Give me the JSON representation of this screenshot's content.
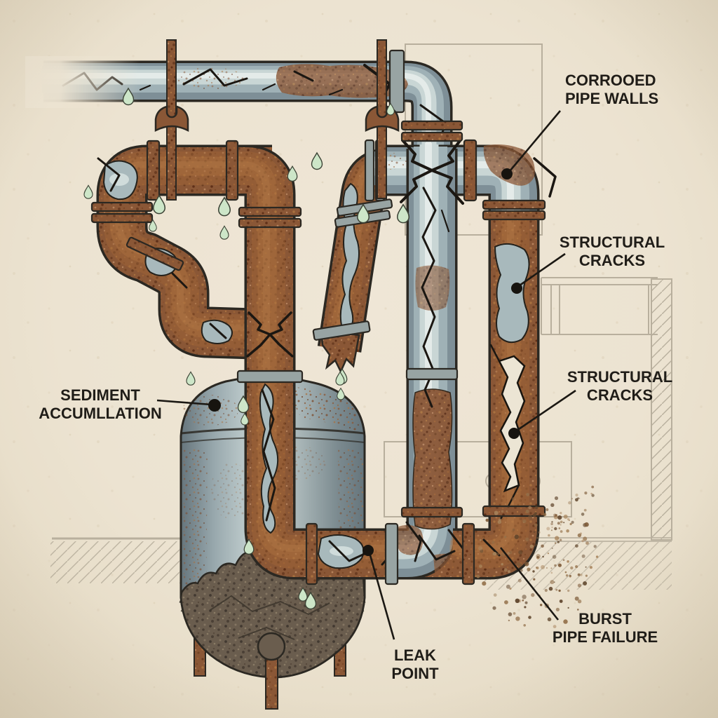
{
  "figure": {
    "subject": "corroded-plumbing-cutaway-illustration",
    "labels": [
      {
        "id": "corroded-pipe-walls",
        "lines": [
          "CORROOED",
          "PIPE WALLS"
        ]
      },
      {
        "id": "structural-cracks-upper",
        "lines": [
          "STRUCTURAL",
          "CRACKS"
        ]
      },
      {
        "id": "structural-cracks-lower",
        "lines": [
          "STRUCTURAL",
          "CRACKS"
        ]
      },
      {
        "id": "sediment-accumulation",
        "lines": [
          "SEDIMENT",
          "ACCUMLLATION"
        ]
      },
      {
        "id": "leak-point",
        "lines": [
          "LEAK",
          "POINT"
        ]
      },
      {
        "id": "burst-pipe-failure",
        "lines": [
          "BURST",
          "PIPE FAILURE"
        ]
      }
    ],
    "colors": {
      "paper": "#ece3d1",
      "pipe_steel": "#7e8f97",
      "pipe_steel_light": "#c9d6d5",
      "rust": "#8a5736",
      "rust_dark": "#6b3d22",
      "sediment": "#6a5d4e",
      "drip_green": "#cde6c8",
      "ink": "#1b1813",
      "sketch_line": "#b8af9d"
    }
  }
}
